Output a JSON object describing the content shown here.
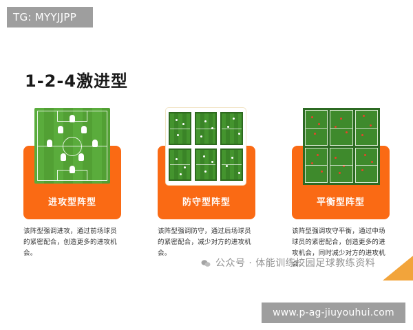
{
  "tag_badge": "TG: MYYJJPP",
  "title": "1-2-4激进型",
  "cards": [
    {
      "label": "进攻型阵型",
      "desc": "该阵型强调进攻，通过前场球员的紧密配合，创造更多的进攻机会。"
    },
    {
      "label": "防守型阵型",
      "desc": "该阵型强调防守，通过后场球员的紧密配合，减少对方的进攻机会。"
    },
    {
      "label": "平衡型阵型",
      "desc": "该阵型强调攻守平衡，通过中场球员的紧密配合，创造更多的进攻机会，同时减少对方的进攻机会。"
    }
  ],
  "watermark": "公众号 · 体能训练校园足球教练资料",
  "url_badge": "www.p-ag-jiuyouhui.com",
  "colors": {
    "accent_orange": "#fa6a14",
    "pitch_green": "#58a93a",
    "badge_gray": "#9e9e9e"
  },
  "icons": [
    "wechat-icon"
  ]
}
